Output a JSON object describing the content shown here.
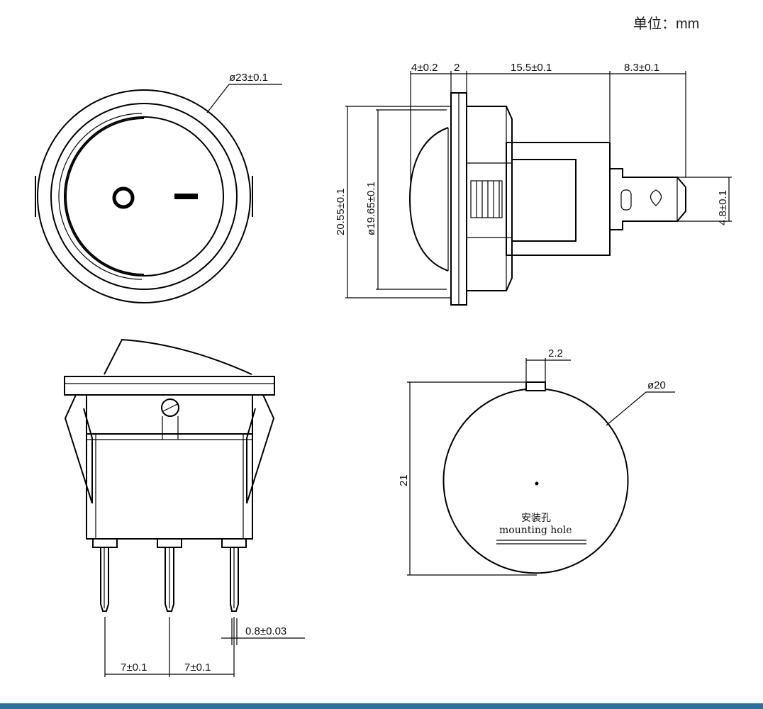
{
  "unit_label": "单位：mm",
  "front_view": {
    "diameter": "ø23±0.1"
  },
  "side_view": {
    "flange_thickness": "4±0.2",
    "bezel": "2",
    "body_length": "15.5±0.1",
    "terminal_length": "8.3±0.1",
    "outer_height": "20.55±0.1",
    "inner_diameter": "ø19.65±0.1",
    "terminal_width": "4.8±0.1"
  },
  "bottom_view": {
    "pin_thickness": "0.8±0.03",
    "pin_spacing_left": "7±0.1",
    "pin_spacing_right": "7±0.1"
  },
  "mounting_hole": {
    "key_width": "2.2",
    "diameter": "ø20",
    "height": "21",
    "label_cn": "安装孔",
    "label_en": "mounting hole"
  },
  "colors": {
    "line": "#000000",
    "footer_bar": "#2f6f9c"
  }
}
